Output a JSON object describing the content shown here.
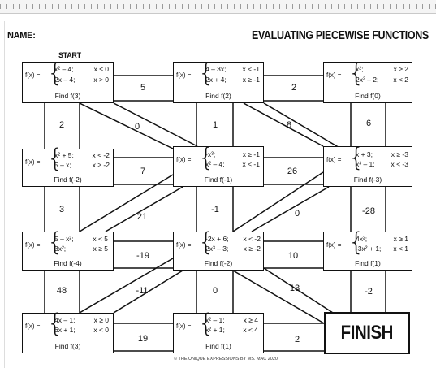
{
  "header": {
    "name_label": "NAME:",
    "title": "EVALUATING PIECEWISE FUNCTIONS",
    "start_label": "START"
  },
  "cells": [
    {
      "fx": "f(x) =",
      "row1": "x² – 4;",
      "cond1": "x ≤ 0",
      "row2": "2x – 4;",
      "cond2": "x > 0",
      "find": "Find f(3)"
    },
    {
      "fx": "f(x) =",
      "row1": "4 – 3x;",
      "cond1": "x < -1",
      "row2": "2x + 4;",
      "cond2": "x ≥ -1",
      "find": "Find f(2)"
    },
    {
      "fx": "f(x) =",
      "row1": "x²;",
      "cond1": "x ≥ 2",
      "row2": "2x² – 2;",
      "cond2": "x < 2",
      "find": "Find f(0)"
    },
    {
      "fx": "f(x) =",
      "row1": "x² + 5;",
      "cond1": "x < -2",
      "row2": "5 – x;",
      "cond2": "x ≥ -2",
      "find": "Find f(-2)"
    },
    {
      "fx": "f(x) =",
      "row1": "-x³;",
      "cond1": "x ≥ -1",
      "row2": "x² – 4;",
      "cond2": "x < -1",
      "find": "Find f(-1)"
    },
    {
      "fx": "f(x) =",
      "row1": "x + 3;",
      "cond1": "x ≥ -3",
      "row2": "x³ – 1;",
      "cond2": "x < -3",
      "find": "Find f(-3)"
    },
    {
      "fx": "f(x) =",
      "row1": "5 – x²;",
      "cond1": "x < 5",
      "row2": "3x²;",
      "cond2": "x ≥ 5",
      "find": "Find f(-4)"
    },
    {
      "fx": "f(x) =",
      "row1": "-2x + 6;",
      "cond1": "x < -2",
      "row2": "2x³ – 3;",
      "cond2": "x ≥ -2",
      "find": "Find f(-2)"
    },
    {
      "fx": "f(x) =",
      "row1": "4x²;",
      "cond1": "x ≥ 1",
      "row2": "-3x² + 1;",
      "cond2": "x < 1",
      "find": "Find f(1)"
    },
    {
      "fx": "f(x) =",
      "row1": "4x – 1;",
      "cond1": "x ≥ 0",
      "row2": "6x + 1;",
      "cond2": "x < 0",
      "find": "Find f(3)"
    },
    {
      "fx": "f(x) =",
      "row1": "x² – 1;",
      "cond1": "x ≥ 4",
      "row2": "x² + 1;",
      "cond2": "x < 4",
      "find": "Find f(1)"
    }
  ],
  "answers": [
    "5",
    "2",
    "2",
    "0",
    "1",
    "8",
    "6",
    "7",
    "26",
    "3",
    "21",
    "-1",
    "0",
    "-28",
    "-19",
    "10",
    "48",
    "-11",
    "0",
    "13",
    "-2",
    "19",
    "2"
  ],
  "finish_label": "FINISH",
  "footer": "© THE UNIQUE EXPRESSIONS BY MS. MAC 2020"
}
